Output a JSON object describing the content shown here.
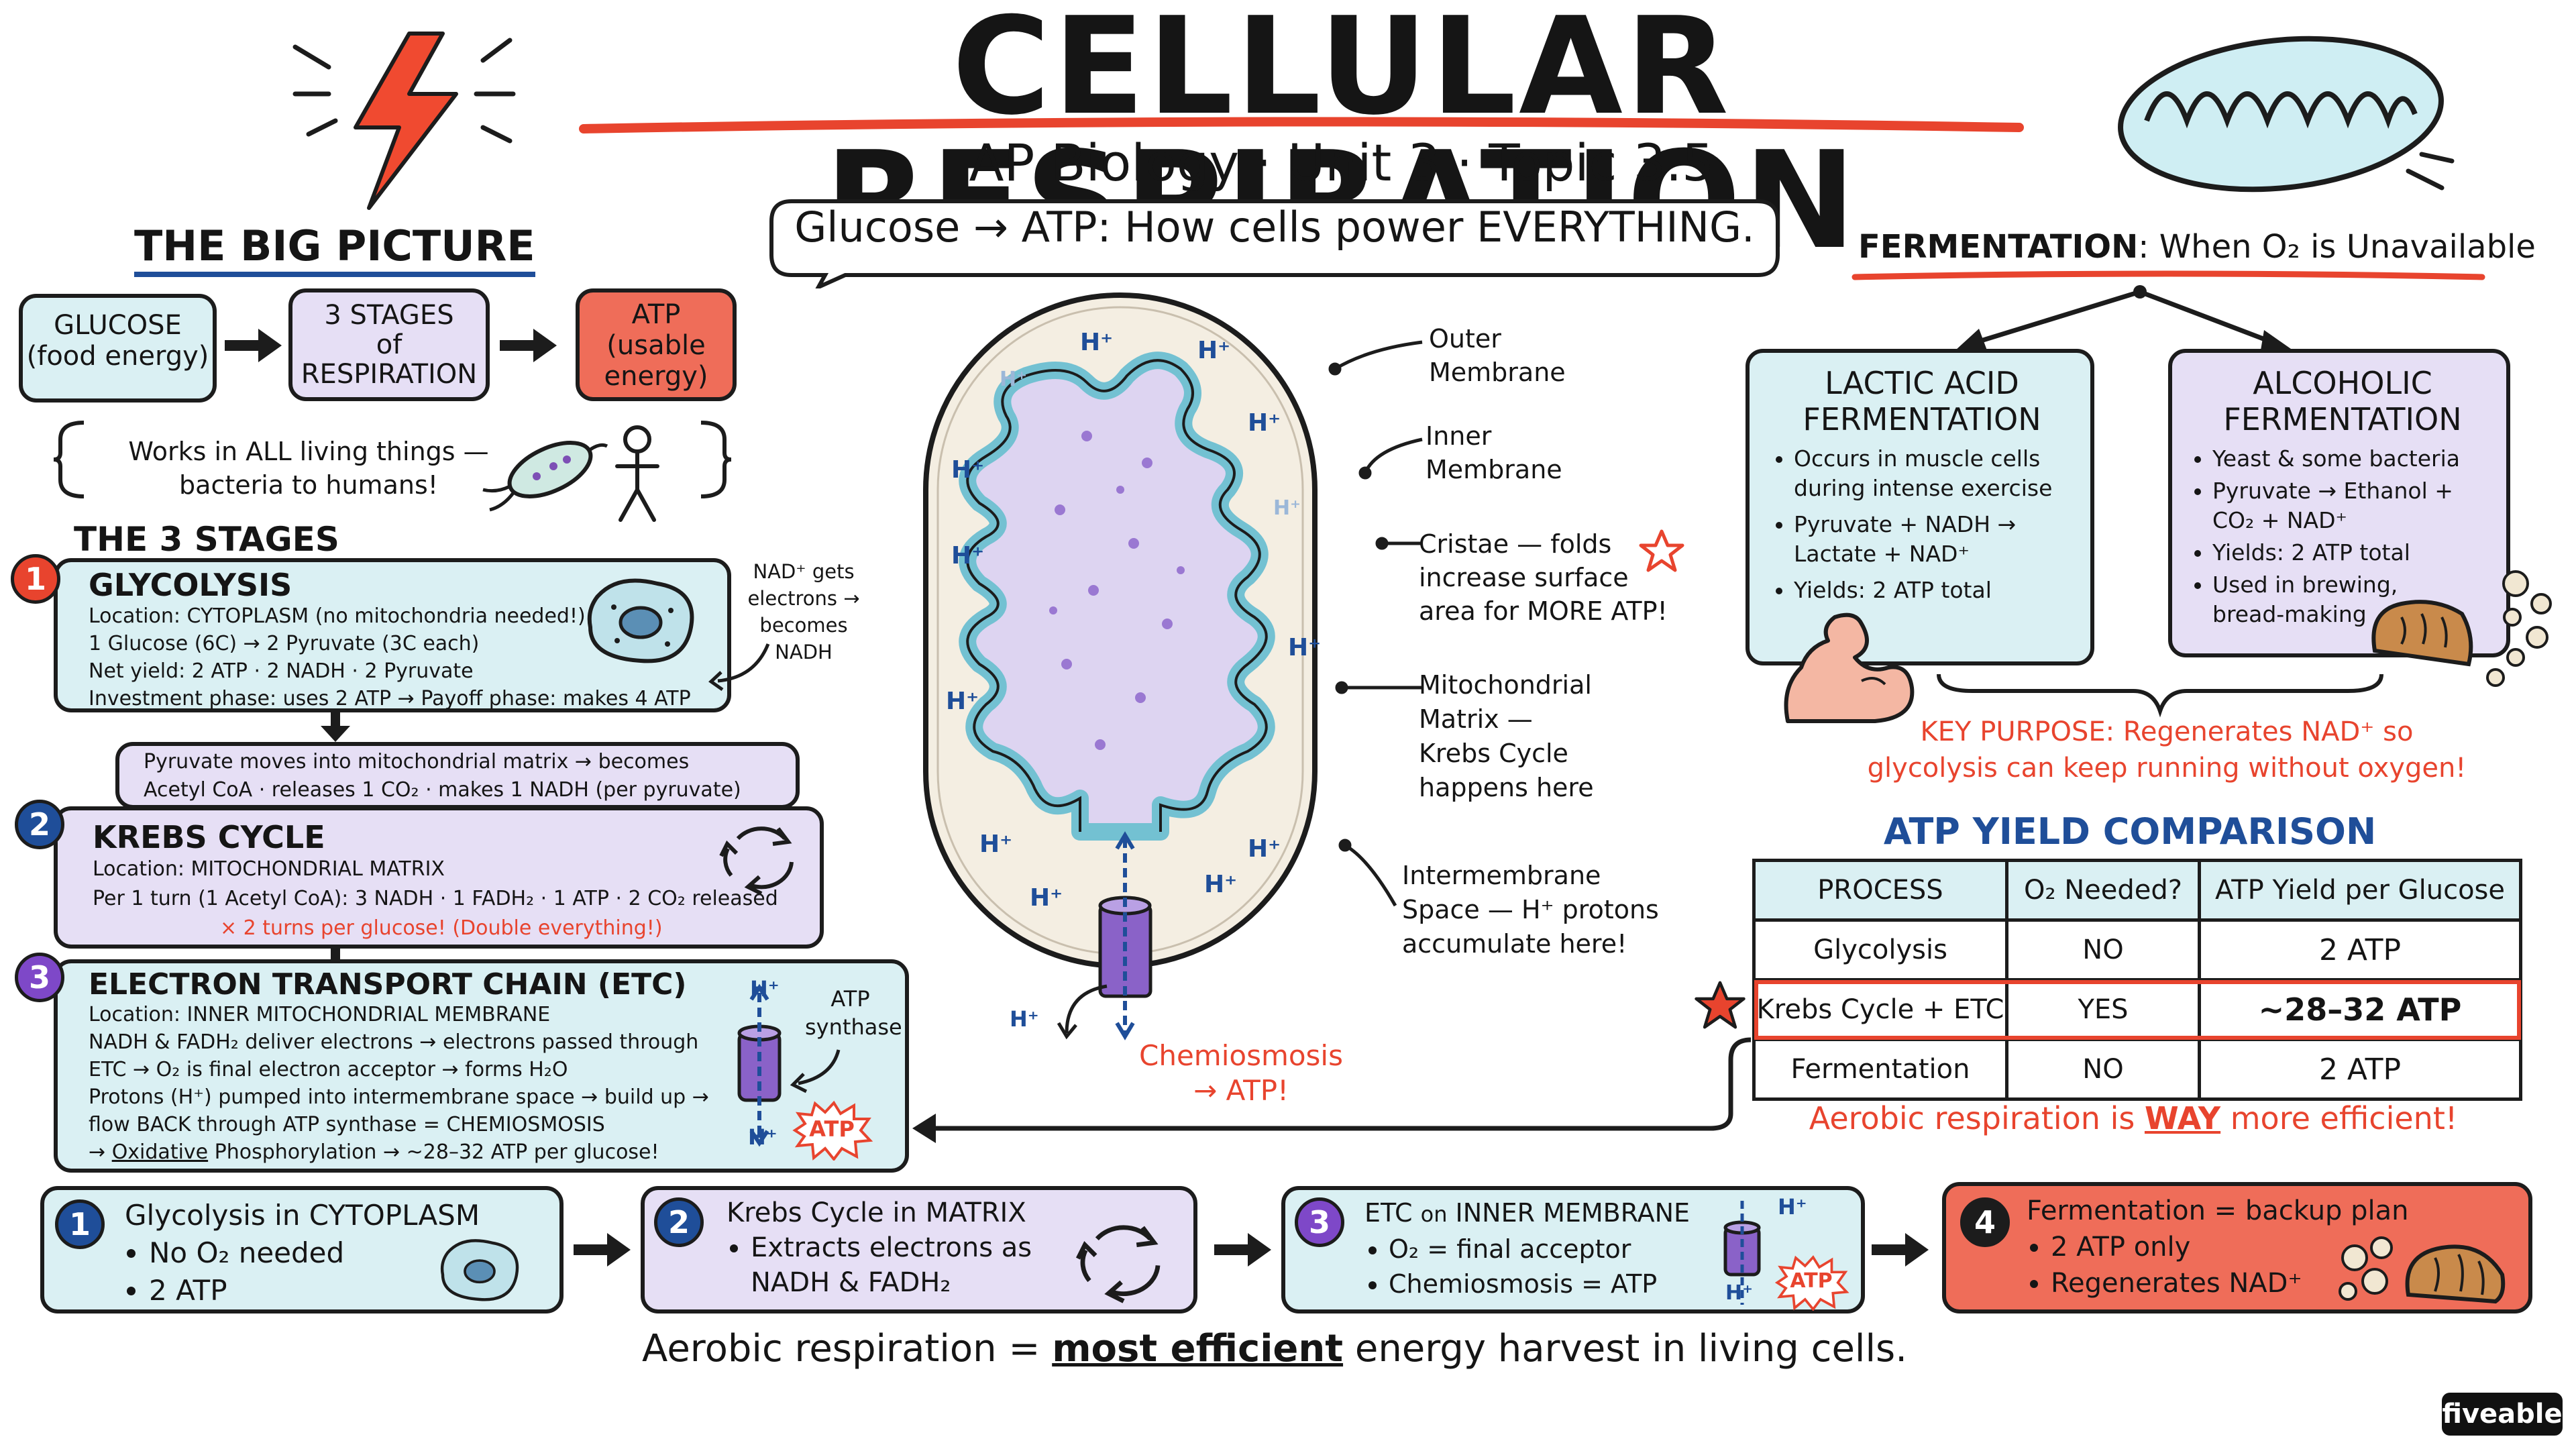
{
  "title": "CELLULAR RESPIRATION",
  "subtitle": "AP Biology · Unit 3 · Topic 3.5",
  "tagline": "Glucose → ATP: How cells power EVERYTHING.",
  "big_picture": {
    "heading": "THE BIG PICTURE",
    "glucose_line1": "GLUCOSE",
    "glucose_line2": "(food energy)",
    "stages_line1": "3 STAGES",
    "stages_line2": "of",
    "stages_line3": "RESPIRATION",
    "atp_line1": "ATP",
    "atp_line2": "(usable",
    "atp_line3": "energy)",
    "note_line1": "Works in ALL living things —",
    "note_line2": "bacteria to humans!"
  },
  "stages_heading": "THE 3 STAGES",
  "glycolysis": {
    "number": "1",
    "title": "GLYCOLYSIS",
    "line1": "Location: CYTOPLASM (no mitochondria needed!)",
    "line2": "1 Glucose (6C) → 2 Pyruvate (3C each)",
    "line3": "Net yield: 2 ATP · 2 NADH · 2 Pyruvate",
    "line4": "Investment phase: uses 2 ATP → Payoff phase: makes 4 ATP",
    "side_note": [
      "NAD⁺ gets",
      "electrons →",
      "becomes",
      "NADH"
    ]
  },
  "link_reaction": {
    "line1": "Pyruvate moves into mitochondrial matrix → becomes",
    "line2": "Acetyl CoA · releases 1 CO₂ · makes 1 NADH (per pyruvate)"
  },
  "krebs": {
    "number": "2",
    "title": "KREBS CYCLE",
    "line1": "Location: MITOCHONDRIAL MATRIX",
    "line2": "Per 1 turn (1 Acetyl CoA): 3 NADH · 1 FADH₂ · 1 ATP · 2 CO₂ released",
    "line3": "× 2 turns per glucose! (Double everything!)"
  },
  "etc": {
    "number": "3",
    "title": "ELECTRON TRANSPORT CHAIN (ETC)",
    "line1": "Location: INNER MITOCHONDRIAL MEMBRANE",
    "line2": "NADH & FADH₂ deliver electrons → electrons passed through",
    "line3": "ETC → O₂ is final electron acceptor → forms H₂O",
    "line4": "Protons (H⁺) pumped into intermembrane space → build up →",
    "line5": "flow BACK through ATP synthase = CHEMIOSMOSIS",
    "line6_prefix": "→ ",
    "line6_underlined": "Oxidative",
    "line6_rest": " Phosphorylation → ~28–32 ATP per glucose!",
    "synthase_label": "ATP synthase",
    "hplus": "H⁺",
    "atp": "ATP"
  },
  "mito": {
    "hplus": "H⁺",
    "label_outer": [
      "Outer",
      "Membrane"
    ],
    "label_inner": [
      "Inner",
      "Membrane"
    ],
    "label_cristae": [
      "Cristae — folds",
      "increase surface",
      "area for MORE ATP!"
    ],
    "label_matrix": [
      "Mitochondrial",
      "Matrix —",
      "Krebs Cycle",
      "happens here"
    ],
    "label_intermembrane": [
      "Intermembrane",
      "Space — H⁺ protons",
      "accumulate here!"
    ],
    "chemiosmosis": [
      "Chemiosmosis",
      "→ ATP!"
    ]
  },
  "fermentation": {
    "heading_part1": "FERMENTATION",
    "heading_part2": ": When O₂ is Unavailable",
    "lactic_title": [
      "LACTIC ACID",
      "FERMENTATION"
    ],
    "lactic_items": [
      "Occurs in muscle cells during intense exercise",
      "Pyruvate + NADH → Lactate + NAD⁺",
      "Yields: 2 ATP total"
    ],
    "alcoholic_title": [
      "ALCOHOLIC",
      "FERMENTATION"
    ],
    "alcoholic_items": [
      "Yeast & some bacteria",
      "Pyruvate → Ethanol + CO₂ + NAD⁺",
      "Yields: 2 ATP total",
      "Used in brewing, bread-making"
    ],
    "key_purpose_line1": "KEY PURPOSE: Regenerates NAD⁺ so",
    "key_purpose_line2": "glycolysis can keep running without oxygen!"
  },
  "atp_yield": {
    "heading": "ATP YIELD COMPARISON",
    "headers": [
      "PROCESS",
      "O₂ Needed?",
      "ATP Yield per Glucose"
    ],
    "rows": [
      [
        "Glycolysis",
        "NO",
        "2 ATP"
      ],
      [
        "Krebs Cycle + ETC",
        "YES",
        "~28–32 ATP"
      ],
      [
        "Fermentation",
        "NO",
        "2 ATP"
      ]
    ],
    "caption_part1": "Aerobic respiration is ",
    "caption_way": "WAY",
    "caption_part2": " more efficient!"
  },
  "summary": {
    "s1": {
      "number": "1",
      "title": "Glycolysis in CYTOPLASM",
      "items": [
        "No O₂ needed",
        "2 ATP"
      ]
    },
    "s2": {
      "number": "2",
      "title": "Krebs Cycle in MATRIX",
      "items": [
        "Extracts electrons as NADH & FADH₂"
      ]
    },
    "s3": {
      "number": "3",
      "title_a": "ETC ",
      "title_b": "on",
      "title_c": " INNER MEMBRANE",
      "items": [
        "O₂ = final acceptor",
        "Chemiosmosis = ATP"
      ]
    },
    "s4": {
      "number": "4",
      "title": "Fermentation = backup plan",
      "items": [
        "2 ATP only",
        "Regenerates NAD⁺"
      ]
    },
    "footer_part1": "Aerobic respiration = ",
    "footer_underlined": "most efficient",
    "footer_part2": " energy harvest in living cells."
  },
  "brand": "fiveable",
  "colors": {
    "accent_red": "#e8442e",
    "blue_box": "#daf0f3",
    "purple_box": "#e6dff5",
    "red_box": "#ef6d59",
    "heading_blue": "#1f4e99"
  }
}
